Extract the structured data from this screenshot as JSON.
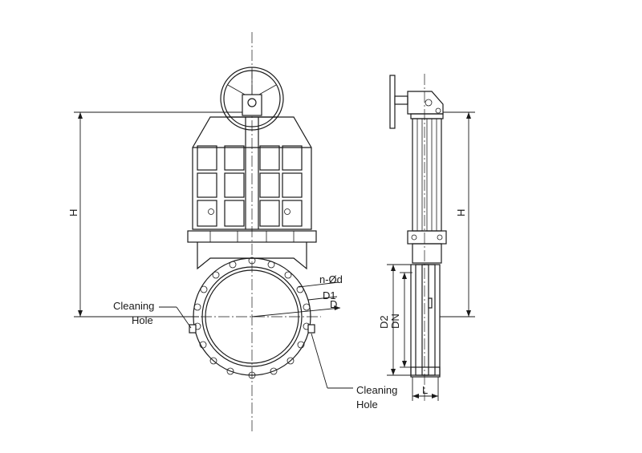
{
  "labels": {
    "cleaning_hole_left": [
      "Cleaning",
      "Hole"
    ],
    "cleaning_hole_right": [
      "Cleaning",
      "Hole"
    ],
    "n_od": "n-Ød",
    "d1": "D1",
    "d": "D",
    "h_front": "H",
    "h_side": "H",
    "d2": "D2",
    "dn": "DN",
    "l": "L"
  }
}
